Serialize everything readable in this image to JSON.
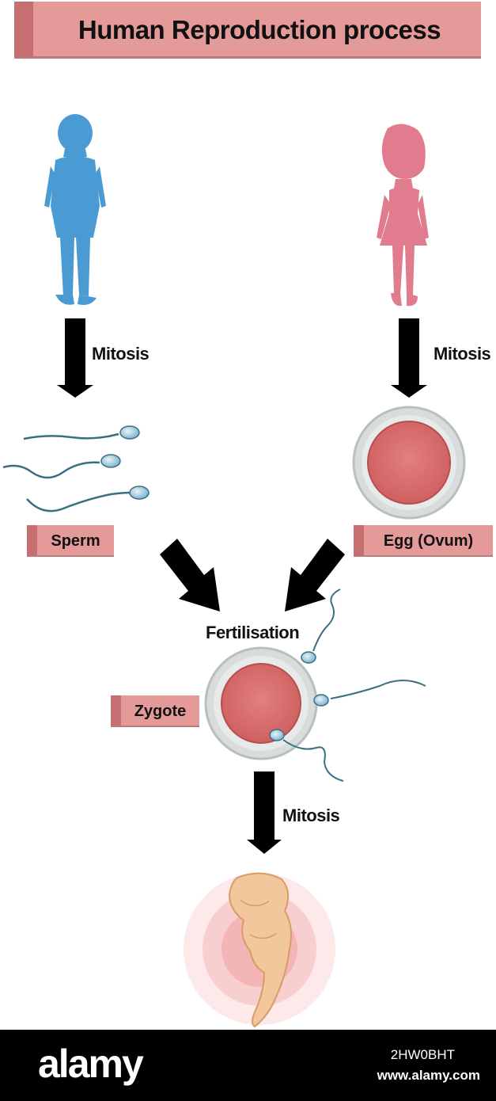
{
  "title": "Human Reproduction process",
  "arrows": {
    "male": "Mitosis",
    "female": "Mitosis",
    "zygote": "Mitosis"
  },
  "labels": {
    "sperm": "Sperm",
    "egg": "Egg (Ovum)",
    "fertilisation": "Fertilisation",
    "zygote": "Zygote"
  },
  "colors": {
    "male": "#4a9bd4",
    "female": "#e07c8e",
    "label_bg": "#e59a9a",
    "cell": "#d97070",
    "embryo": "#f2c79c"
  },
  "footer": {
    "logo": "alamy",
    "image_id": "2HW0BHT",
    "url": "www.alamy.com"
  }
}
